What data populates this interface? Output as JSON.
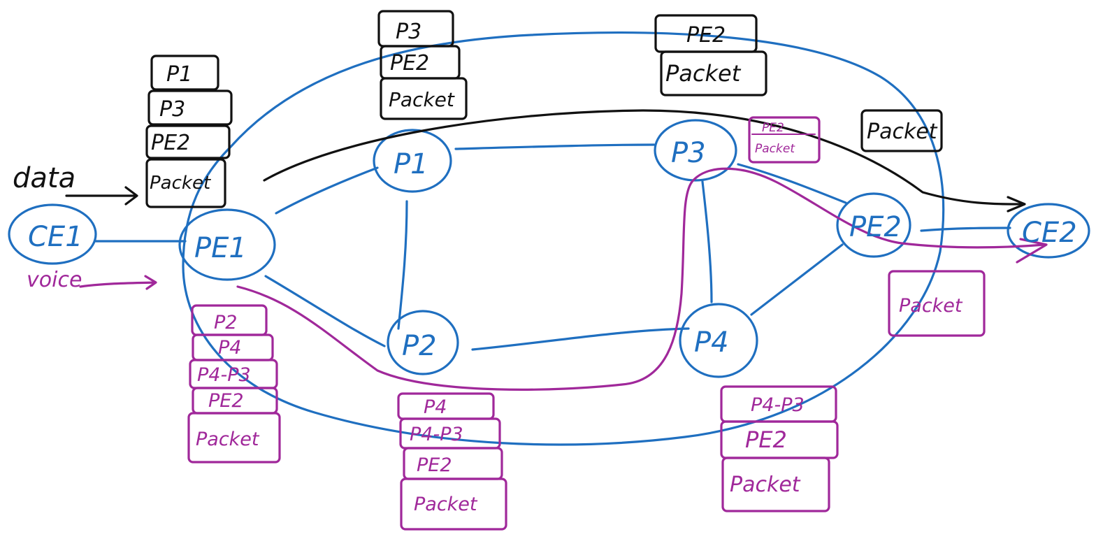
{
  "colors": {
    "topology": "#1f6fc0",
    "data_path": "#111111",
    "voice_path": "#a0289a"
  },
  "nodes": {
    "ce1": "CE1",
    "pe1": "PE1",
    "p1": "P1",
    "p2": "P2",
    "p3": "P3",
    "p4": "P4",
    "pe2": "PE2",
    "ce2": "CE2"
  },
  "labels": {
    "data": "data",
    "voice": "voice"
  },
  "data_stacks": {
    "at_pe1": [
      "P1",
      "P3",
      "PE2",
      "Packet"
    ],
    "at_p1": [
      "P3",
      "PE2",
      "Packet"
    ],
    "at_p3": [
      "PE2",
      "Packet"
    ],
    "at_pe2": [
      "Packet"
    ]
  },
  "voice_stacks": {
    "at_pe1": [
      "P2",
      "P4",
      "P4-P3",
      "PE2",
      "Packet"
    ],
    "at_p2": [
      "P4",
      "P4-P3",
      "PE2",
      "Packet"
    ],
    "at_p4": [
      "P4-P3",
      "PE2",
      "Packet"
    ],
    "at_p3": [
      "PE2",
      "Packet"
    ],
    "at_pe2": [
      "Packet"
    ]
  }
}
